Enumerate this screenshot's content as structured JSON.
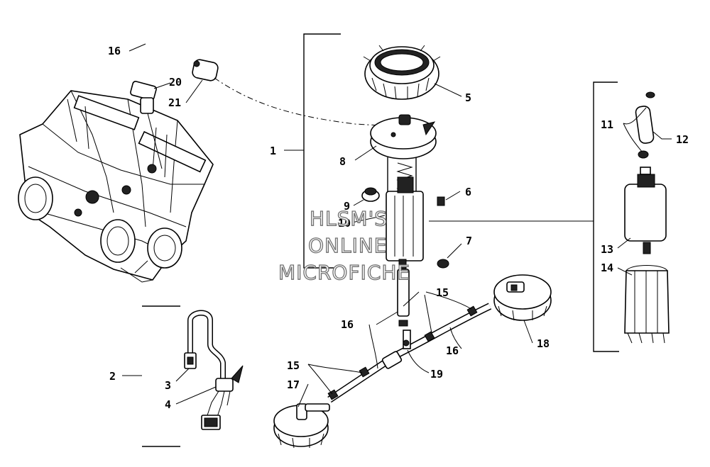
{
  "callouts": {
    "c1": "1",
    "c2": "2",
    "c3": "3",
    "c4": "4",
    "c5": "5",
    "c6": "6",
    "c7": "7",
    "c8": "8",
    "c9": "9",
    "c10": "10",
    "c11": "11",
    "c12": "12",
    "c13": "13",
    "c14": "14",
    "c15a": "15",
    "c15b": "15",
    "c16a": "16",
    "c16b": "16",
    "c16c": "16",
    "c17": "17",
    "c18": "18",
    "c19": "19",
    "c20": "20",
    "c21": "21"
  },
  "watermark": {
    "line1": "HLSM'S",
    "line2": "ONLINE",
    "line3": "MICROFICHE"
  }
}
